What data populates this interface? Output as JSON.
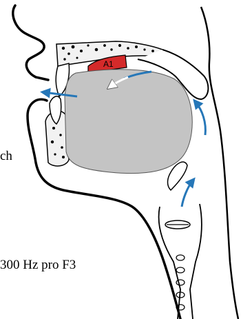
{
  "diagram": {
    "region_label": "A1",
    "text_fragments": [
      "ch",
      "300 Hz pro F3"
    ]
  },
  "colors": {
    "outline": "#000000",
    "tongue": "#c4c4c4",
    "region": "#d42a2a",
    "arrow_blue": "#2677b8",
    "arrow_white": "#ffffff"
  }
}
